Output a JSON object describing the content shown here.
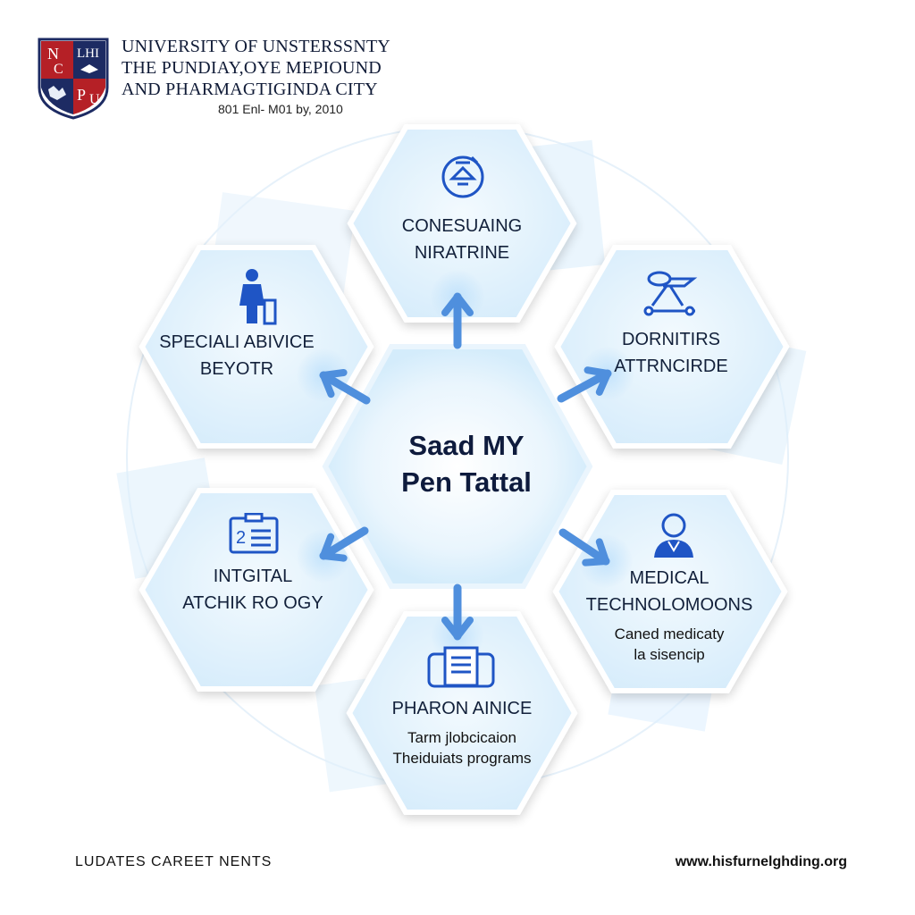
{
  "header": {
    "crest_letters": [
      "N",
      "C",
      "LHI",
      "P",
      "U"
    ],
    "title_lines": [
      "UNIVERSITY OF UNSTERSSNTY",
      "THE PUNDIAY,OYE MEPIOUND",
      "AND PHARMAGTIGINDA CITY"
    ],
    "subtitle": "801 Enl- M01 by, 2010"
  },
  "center": {
    "lines": [
      "Saad MY",
      "Pen Tattal"
    ]
  },
  "nodes": {
    "top": {
      "icon": "scale-icon",
      "lines": [
        "CONESUAING",
        "NIRATRINE"
      ]
    },
    "upper_left": {
      "icon": "person-icon",
      "lines": [
        "SPECIALI ABIVICE",
        "BEYOTR"
      ]
    },
    "upper_right": {
      "icon": "aircraft-icon",
      "lines": [
        "DORNITIRS",
        "ATTRNCIRDE"
      ]
    },
    "lower_left": {
      "icon": "id-card-icon",
      "lines": [
        "INTGITAL",
        "ATCHIK RO OGY"
      ]
    },
    "lower_right": {
      "icon": "doctor-icon",
      "lines": [
        "MEDICAL",
        "TECHNOLOMOONS"
      ],
      "desc": [
        "Caned medicaty",
        "la sisencip"
      ]
    },
    "bottom": {
      "icon": "document-icon",
      "lines": [
        "PHARON AINICE"
      ],
      "desc": [
        "Tarm jlobcicaion",
        "Theiduiats programs"
      ]
    }
  },
  "footer": {
    "left": "LUDATES CAREET NENTS",
    "right": "www.hisfurnelghding.org"
  },
  "colors": {
    "hex_fill": "#dff1fc",
    "hex_stroke": "#ffffff",
    "arrow": "#4f8fdd",
    "icon": "#1f55c5",
    "crest_red": "#b52026",
    "crest_navy": "#1d2b63"
  }
}
